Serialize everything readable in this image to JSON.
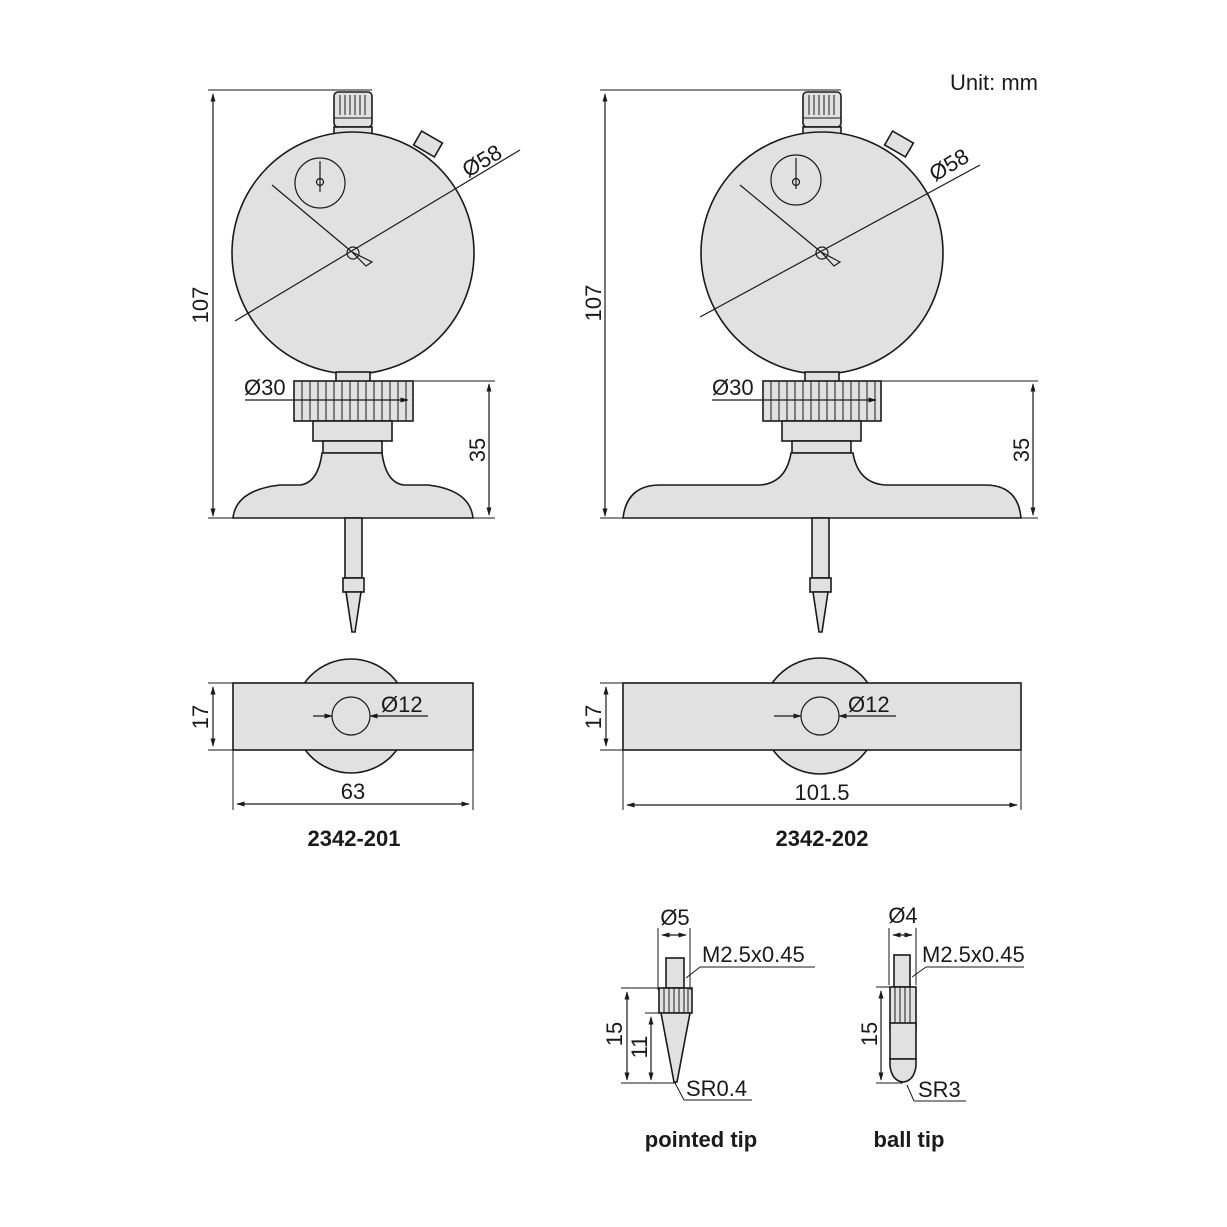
{
  "unit_label": "Unit: mm",
  "colors": {
    "part_fill": "#e1e1e1",
    "line": "#1a1a1a",
    "background": "#ffffff"
  },
  "models": [
    {
      "model": "2342-201",
      "dims": {
        "total_height": "107",
        "dial_diameter": "Ø58",
        "collar_diameter": "Ø30",
        "base_height": "35",
        "base_thickness": "17",
        "base_length": "63",
        "bore_diameter": "Ø12"
      }
    },
    {
      "model": "2342-202",
      "dims": {
        "total_height": "107",
        "dial_diameter": "Ø58",
        "collar_diameter": "Ø30",
        "base_height": "35",
        "base_thickness": "17",
        "base_length": "101.5",
        "bore_diameter": "Ø12"
      }
    }
  ],
  "tips": [
    {
      "name": "pointed tip",
      "diameter": "Ø5",
      "thread": "M2.5x0.45",
      "length": "15",
      "cone_length": "11",
      "radius": "SR0.4"
    },
    {
      "name": "ball tip",
      "diameter": "Ø4",
      "thread": "M2.5x0.45",
      "length": "15",
      "radius": "SR3"
    }
  ]
}
